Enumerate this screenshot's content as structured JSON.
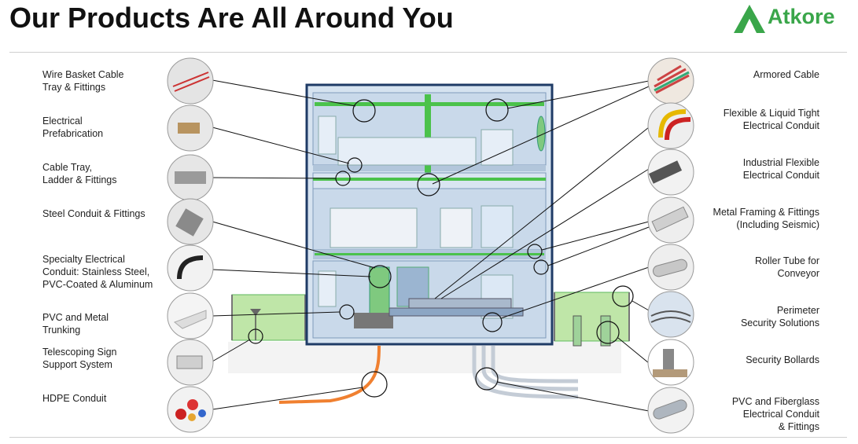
{
  "header": {
    "title": "Our Products Are All Around You",
    "brand": "Atkore"
  },
  "colors": {
    "brand_green": "#3aa64a",
    "building_blue": "#c9d9ea",
    "frame_navy": "#1f3b66",
    "tray_green": "#4bc24b",
    "conduit_orange": "#f08030"
  },
  "products_left": [
    {
      "label": "Wire Basket Cable\nTray & Fittings",
      "icon": "wire-basket-icon"
    },
    {
      "label": "Electrical\nPrefabrication",
      "icon": "prefab-icon"
    },
    {
      "label": "Cable Tray,\nLadder & Fittings",
      "icon": "cable-tray-icon"
    },
    {
      "label": "Steel Conduit & Fittings",
      "icon": "steel-conduit-icon"
    },
    {
      "label": "Specialty Electrical\nConduit: Stainless Steel,\nPVC-Coated & Aluminum",
      "icon": "specialty-conduit-icon"
    },
    {
      "label": "PVC and Metal\nTrunking",
      "icon": "trunking-icon"
    },
    {
      "label": "Telescoping Sign\nSupport System",
      "icon": "sign-support-icon"
    },
    {
      "label": "HDPE Conduit",
      "icon": "hdpe-conduit-icon"
    }
  ],
  "products_right": [
    {
      "label": "Armored Cable",
      "icon": "armored-cable-icon"
    },
    {
      "label": "Flexible & Liquid Tight\nElectrical Conduit",
      "icon": "flexible-conduit-icon"
    },
    {
      "label": "Industrial Flexible\nElectrical Conduit",
      "icon": "industrial-flex-icon"
    },
    {
      "label": "Metal Framing & Fittings\n(Including Seismic)",
      "icon": "metal-framing-icon"
    },
    {
      "label": "Roller Tube for\nConveyor",
      "icon": "roller-tube-icon"
    },
    {
      "label": "Perimeter\nSecurity Solutions",
      "icon": "perimeter-security-icon"
    },
    {
      "label": "Security Bollards",
      "icon": "bollard-icon"
    },
    {
      "label": "PVC and Fiberglass\nElectrical Conduit\n& Fittings",
      "icon": "pvc-fiberglass-icon"
    }
  ]
}
